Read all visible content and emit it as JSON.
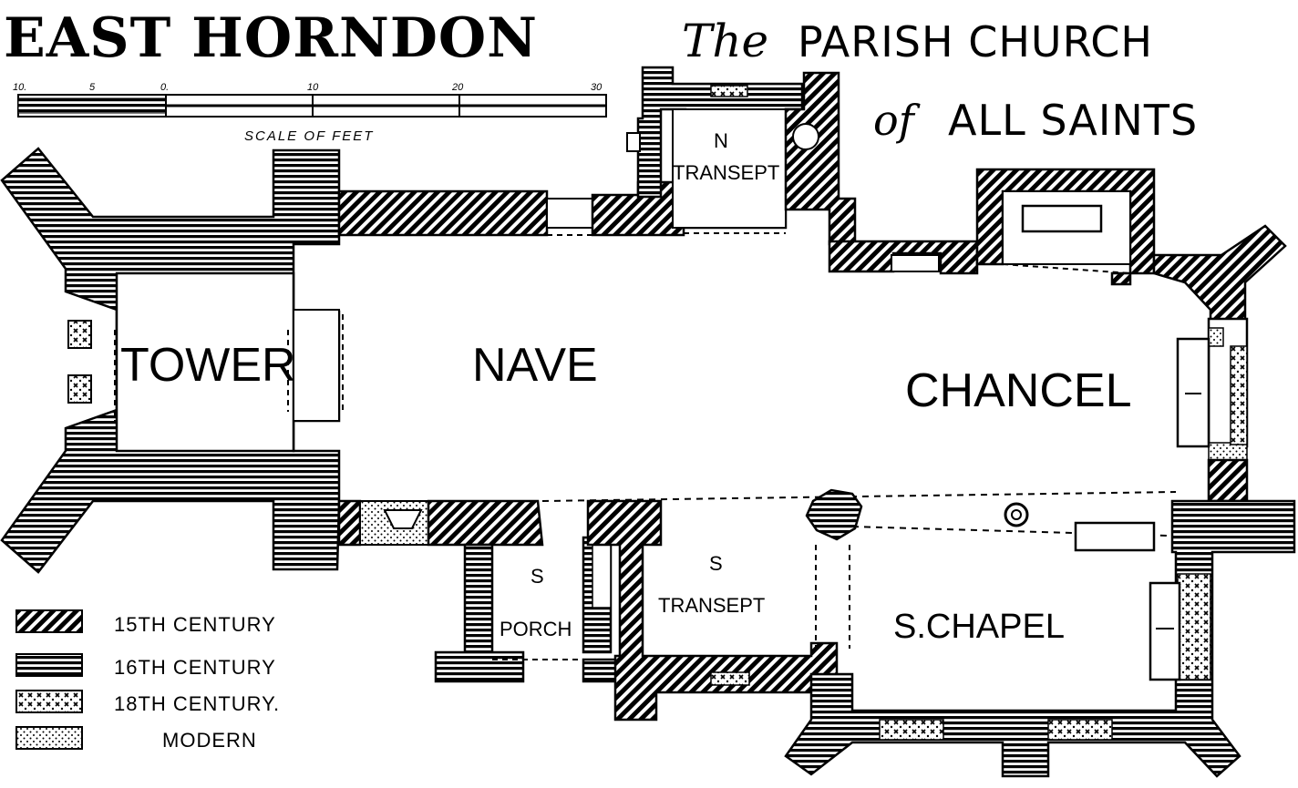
{
  "title": {
    "place": "EAST HORNDON",
    "the": "The",
    "line1": "PARISH CHURCH",
    "of": "of",
    "line2": "ALL SAINTS"
  },
  "scale": {
    "label": "SCALE OF FEET",
    "ticks": [
      "10.",
      "5",
      "0.",
      "10",
      "20",
      "30"
    ]
  },
  "rooms": {
    "tower": "TOWER",
    "nave": "NAVE",
    "chancel": "CHANCEL",
    "n_transept_1": "N",
    "n_transept_2": "TRANSEPT",
    "s_porch_1": "S",
    "s_porch_2": "PORCH",
    "s_transept_1": "S",
    "s_transept_2": "TRANSEPT",
    "s_chapel": "S.CHAPEL"
  },
  "legend": [
    {
      "pattern": "diagonal-hatch",
      "label": "15TH CENTURY"
    },
    {
      "pattern": "horizontal-hatch",
      "label": "16TH CENTURY"
    },
    {
      "pattern": "cross-dots",
      "label": "18TH CENTURY."
    },
    {
      "pattern": "dots",
      "label": "MODERN"
    }
  ]
}
